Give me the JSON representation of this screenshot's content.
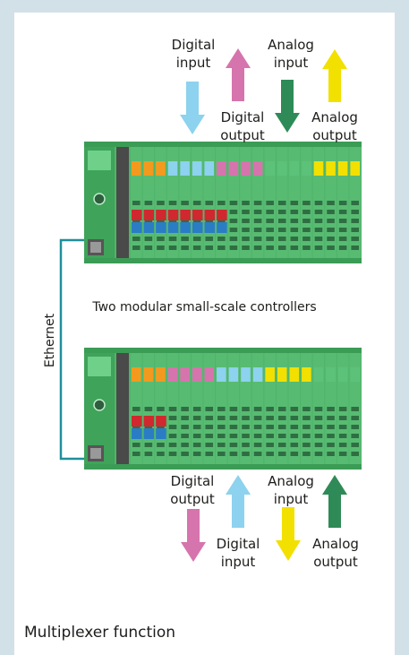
{
  "caption": "Two modular small-scale controllers",
  "footer_title": "Multiplexer function",
  "ethernet_label": "Ethernet",
  "colors": {
    "background": "#d2e0e8",
    "panel": "#ffffff",
    "digital_input": "#8dd2ee",
    "digital_output": "#d674ad",
    "analog_input": "#2e8b57",
    "analog_output": "#f2e000",
    "module_green": "#4fb46a",
    "ethernet_cable": "#1f8f9a"
  },
  "top_labels": {
    "digital_input": "Digital\ninput",
    "digital_output": "Digital\noutput",
    "analog_input": "Analog\ninput",
    "analog_output": "Analog\noutput"
  },
  "bottom_labels": {
    "digital_output": "Digital\noutput",
    "digital_input": "Digital\ninput",
    "analog_input": "Analog\ninput",
    "analog_output": "Analog\noutput"
  },
  "controllers": {
    "top": {
      "modules": [
        "orange",
        "orange",
        "orange",
        "cyan",
        "cyan",
        "cyan",
        "cyan",
        "pink",
        "pink",
        "pink",
        "pink",
        "green",
        "green",
        "green",
        "green",
        "yellow",
        "yellow",
        "yellow",
        "yellow"
      ],
      "red_terminals": 8,
      "blue_terminals": 8
    },
    "bottom": {
      "modules": [
        "orange",
        "orange",
        "orange",
        "pink",
        "pink",
        "pink",
        "pink",
        "cyan",
        "cyan",
        "cyan",
        "cyan",
        "yellow",
        "yellow",
        "yellow",
        "yellow",
        "green",
        "green",
        "green",
        "green"
      ],
      "red_terminals": 3,
      "blue_terminals": 3
    }
  }
}
